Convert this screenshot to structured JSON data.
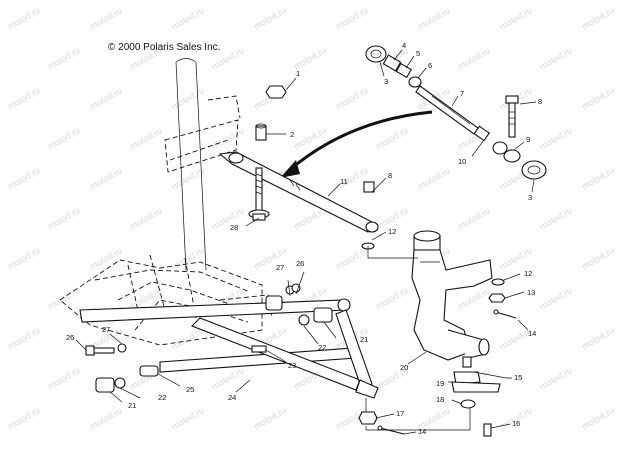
{
  "copyright": "© 2000 Polaris Sales Inc.",
  "watermark": "motod.ru",
  "callouts": [
    {
      "id": "c1",
      "number": "1"
    },
    {
      "id": "c2",
      "number": "2"
    },
    {
      "id": "c3a",
      "number": "3"
    },
    {
      "id": "c3b",
      "number": "3"
    },
    {
      "id": "c4",
      "number": "4"
    },
    {
      "id": "c5",
      "number": "5"
    },
    {
      "id": "c6",
      "number": "6"
    },
    {
      "id": "c7",
      "number": "7"
    },
    {
      "id": "c8a",
      "number": "8"
    },
    {
      "id": "c8b",
      "number": "8"
    },
    {
      "id": "c9",
      "number": "9"
    },
    {
      "id": "c10",
      "number": "10"
    },
    {
      "id": "c11",
      "number": "11"
    },
    {
      "id": "c12a",
      "number": "12"
    },
    {
      "id": "c12b",
      "number": "12"
    },
    {
      "id": "c13",
      "number": "13"
    },
    {
      "id": "c14a",
      "number": "14"
    },
    {
      "id": "c14b",
      "number": "14"
    },
    {
      "id": "c15",
      "number": "15"
    },
    {
      "id": "c16",
      "number": "16"
    },
    {
      "id": "c17",
      "number": "17"
    },
    {
      "id": "c18",
      "number": "18"
    },
    {
      "id": "c19",
      "number": "19"
    },
    {
      "id": "c20",
      "number": "20"
    },
    {
      "id": "c21a",
      "number": "21"
    },
    {
      "id": "c21b",
      "number": "21"
    },
    {
      "id": "c22a",
      "number": "22"
    },
    {
      "id": "c22b",
      "number": "22"
    },
    {
      "id": "c23",
      "number": "23"
    },
    {
      "id": "c24",
      "number": "24"
    },
    {
      "id": "c25",
      "number": "25"
    },
    {
      "id": "c26a",
      "number": "26"
    },
    {
      "id": "c26b",
      "number": "26"
    },
    {
      "id": "c27a",
      "number": "27"
    },
    {
      "id": "c27b",
      "number": "27"
    },
    {
      "id": "c28",
      "number": "28"
    }
  ]
}
